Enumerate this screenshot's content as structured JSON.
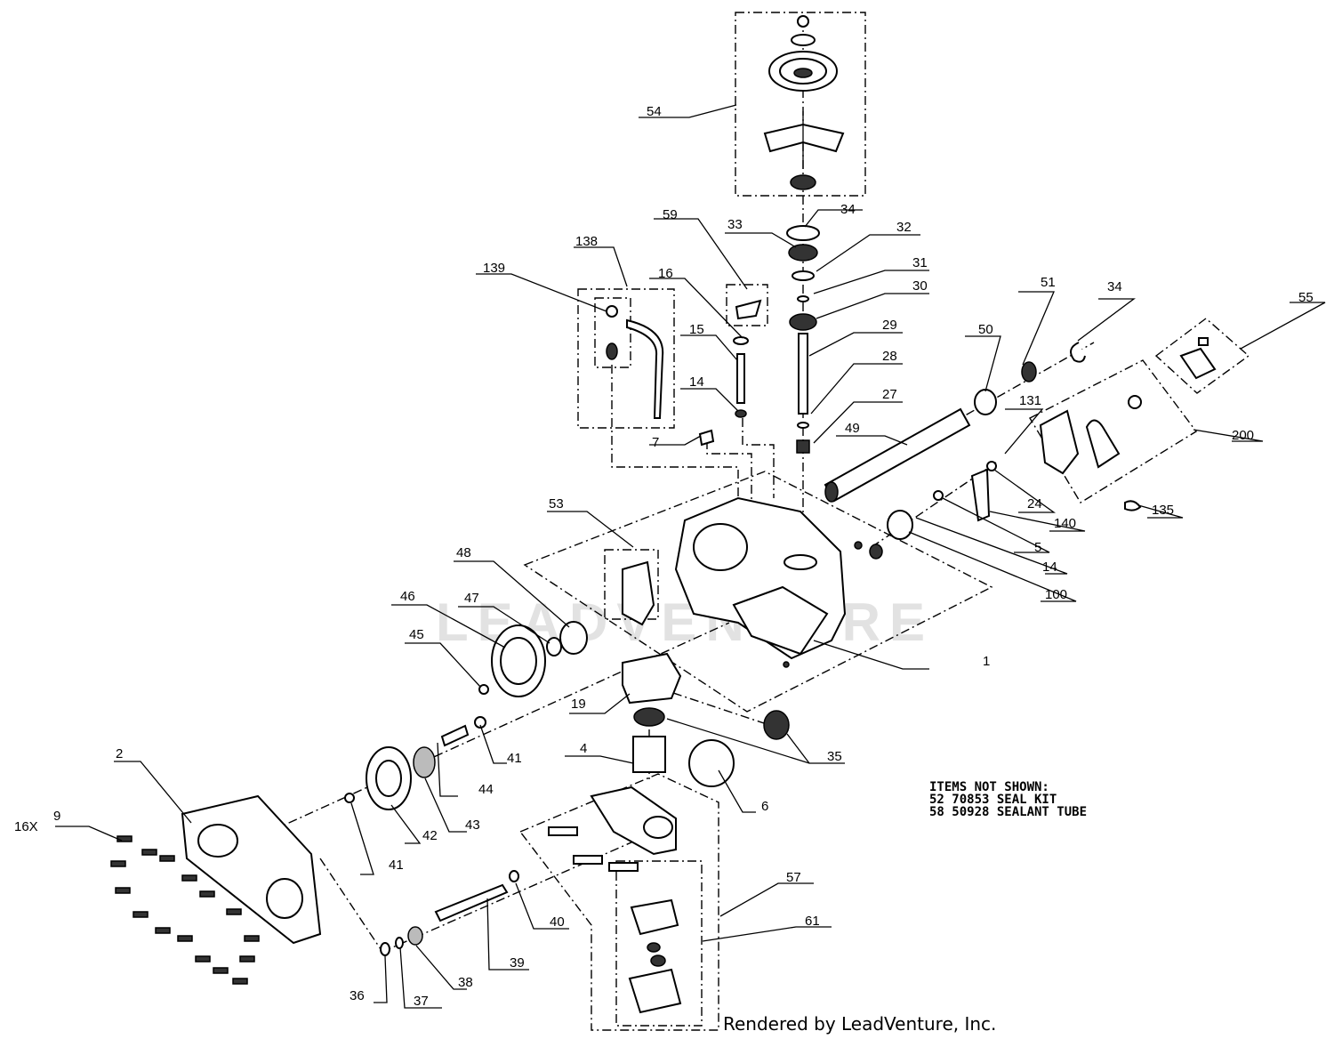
{
  "callouts": {
    "c54": "54",
    "c34a": "34",
    "c33": "33",
    "c32": "32",
    "c31": "31",
    "c30": "30",
    "c29": "29",
    "c28": "28",
    "c27": "27",
    "c59": "59",
    "c16": "16",
    "c15": "15",
    "c14a": "14",
    "c138": "138",
    "c139": "139",
    "c7": "7",
    "c49": "49",
    "c50": "50",
    "c51": "51",
    "c34b": "34",
    "c55": "55",
    "c131": "131",
    "c200": "200",
    "c24": "24",
    "c140": "140",
    "c5": "5",
    "c14b": "14",
    "c100": "100",
    "c135": "135",
    "c53": "53",
    "c48": "48",
    "c46": "46",
    "c47": "47",
    "c45": "45",
    "c1": "1",
    "c19": "19",
    "c35": "35",
    "c4": "4",
    "c41a": "41",
    "c44": "44",
    "c6": "6",
    "c2": "2",
    "c16x": "16X",
    "c9": "9",
    "c41b": "41",
    "c42": "42",
    "c43": "43",
    "c57": "57",
    "c61": "61",
    "c40": "40",
    "c39": "39",
    "c38": "38",
    "c37": "37",
    "c36": "36"
  },
  "notes": {
    "line1": "ITEMS NOT SHOWN:",
    "line2": "52 70853 SEAL KIT",
    "line3": "58 50928 SEALANT TUBE"
  },
  "watermark": "LEADVENTURE",
  "credit": "Rendered by LeadVenture, Inc."
}
